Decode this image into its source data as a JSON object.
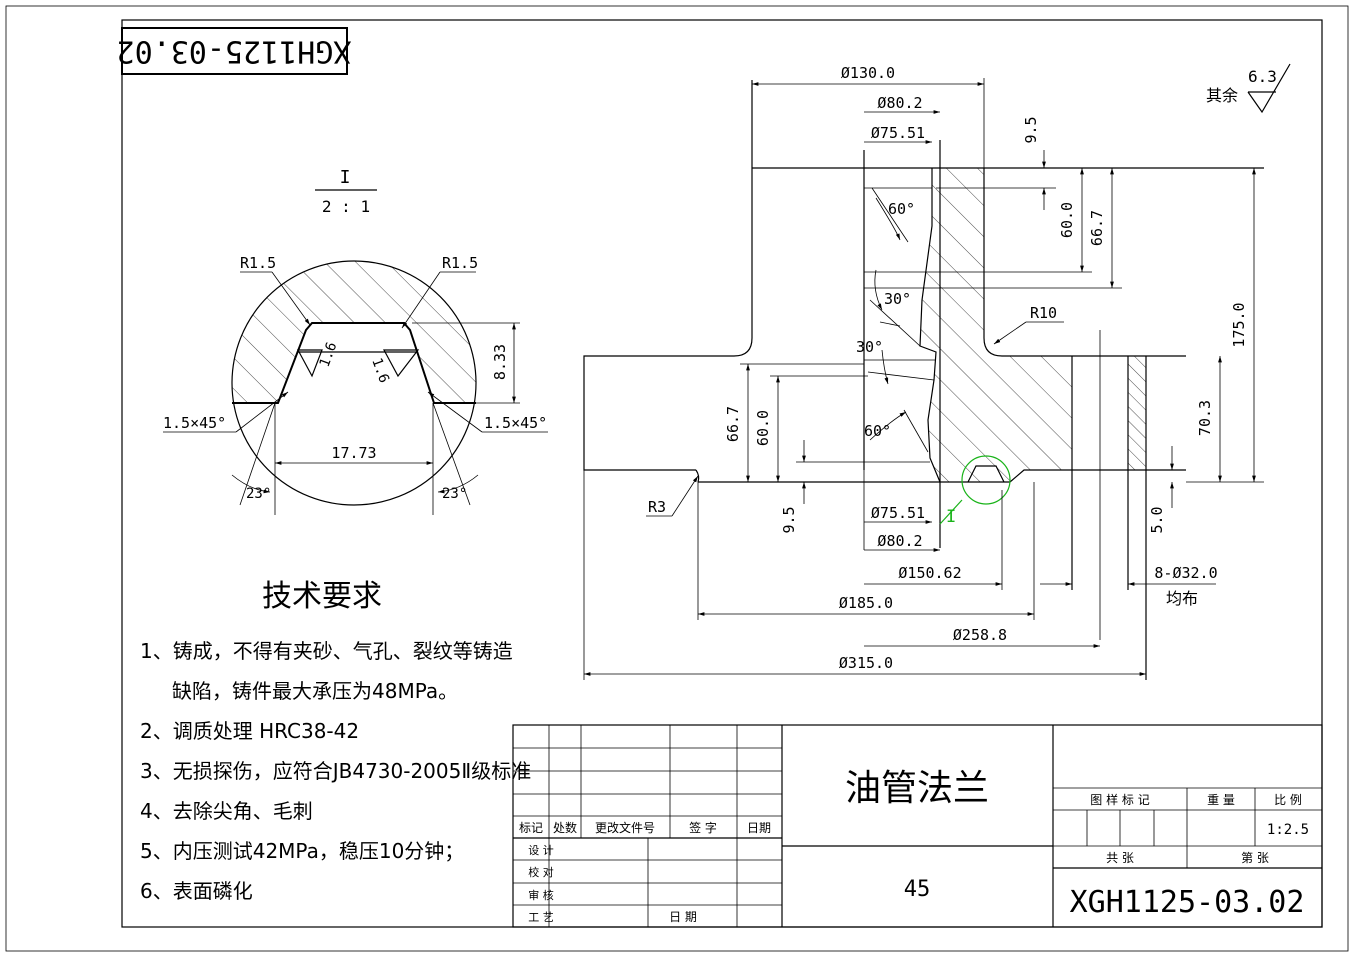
{
  "drawing_number_rotated": "XGH1125-03.02",
  "surface_finish": {
    "label": "其余",
    "value": "6.3"
  },
  "detail_view": {
    "label": "I",
    "scale": "2 : 1",
    "dims": {
      "r_left": "R1.5",
      "r_right": "R1.5",
      "rough_left": "1.6",
      "rough_right": "1.6",
      "height": "8.33",
      "chamfer_left": "1.5×45°",
      "chamfer_right": "1.5×45°",
      "width": "17.73",
      "angle_left": "23°",
      "angle_right": "23°"
    }
  },
  "main_dims": {
    "d130": "Ø130.0",
    "d80_top": "Ø80.2",
    "d7551_top": "Ø75.51",
    "h95_top": "9.5",
    "h60_right": "60.0",
    "h667_right": "66.7",
    "h175": "175.0",
    "a60_top": "60°",
    "a30_a": "30°",
    "a30_b": "30°",
    "r10": "R10",
    "h667_left": "66.7",
    "h60_left": "60.0",
    "a60_bot": "60°",
    "h703": "70.3",
    "r3": "R3",
    "h95_bot": "9.5",
    "d7551_bot": "Ø75.51",
    "d80_bot": "Ø80.2",
    "detail_marker": "I",
    "h5": "5.0",
    "d15062": "Ø150.62",
    "holes": "8-Ø32.0",
    "holes_note": "均布",
    "d185": "Ø185.0",
    "d2588": "Ø258.8",
    "d315": "Ø315.0"
  },
  "tech_requirements": {
    "title": "技术要求",
    "items": [
      "1、铸成，不得有夹砂、气孔、裂纹等铸造",
      "缺陷，铸件最大承压为48MPa。",
      "2、调质处理 HRC38-42",
      "3、无损探伤，应符合JB4730-2005Ⅱ级标准",
      "4、去除尖角、毛刺",
      "5、内压测试42MPa，稳压10分钟；",
      "6、表面磷化"
    ]
  },
  "title_block": {
    "rev_headers": [
      "标记",
      "处数",
      "更改文件号",
      "签 字",
      "日期"
    ],
    "roles": [
      "设 计",
      "校 对",
      "审 核",
      "工 艺"
    ],
    "date_label": "日 期",
    "part_name": "油管法兰",
    "material": "45",
    "pattern_mark": "图 样 标 记",
    "weight": "重 量",
    "scale_label": "比 例",
    "scale_value": "1:2.5",
    "total_sheets": "共  张",
    "sheet_no": "第  张",
    "drawing_number": "XGH1125-03.02"
  }
}
